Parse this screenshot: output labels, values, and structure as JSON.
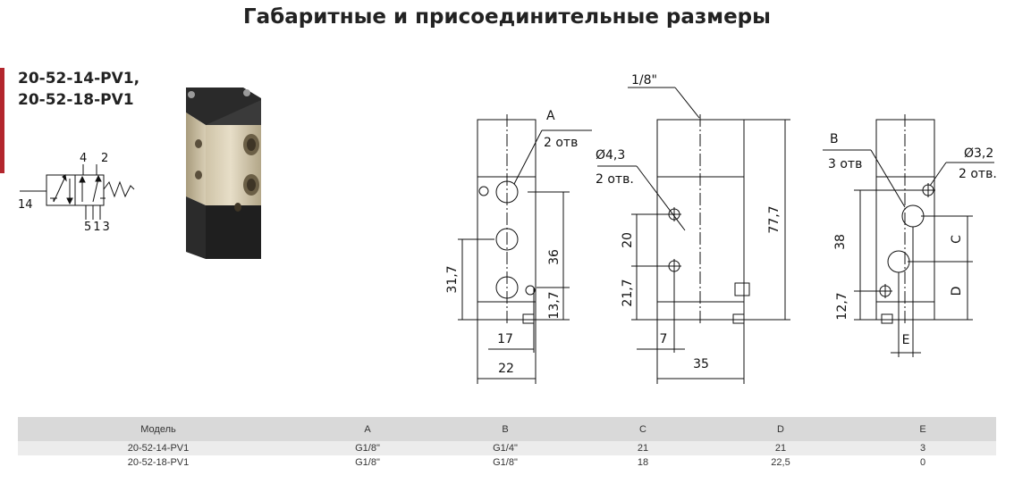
{
  "page": {
    "title": "Габаритные и присоединительные размеры"
  },
  "models": {
    "line1": "20-52-14-PV1,",
    "line2": "20-52-18-PV1"
  },
  "symbol": {
    "port_4": "4",
    "port_2": "2",
    "port_14": "14",
    "ports_513": "513"
  },
  "drawing_front": {
    "a_label": "A",
    "a_holes": "2 отв",
    "d36": "36",
    "d31_7": "31,7",
    "d13_7": "13,7",
    "d17": "17",
    "d22": "22"
  },
  "drawing_side": {
    "thread": "1/8\"",
    "hole_dia": "Ø4,3",
    "holes": "2 отв.",
    "d20": "20",
    "d21_7": "21,7",
    "d77_7": "77,7",
    "d7": "7",
    "d35": "35"
  },
  "drawing_back": {
    "b_label": "B",
    "b_holes": "3 отв",
    "hole_dia": "Ø3,2",
    "holes": "2 отв.",
    "d38": "38",
    "d12_7": "12,7",
    "c": "C",
    "d": "D",
    "e": "E"
  },
  "table": {
    "headers": [
      "Модель",
      "A",
      "B",
      "C",
      "D",
      "E"
    ],
    "rows": [
      [
        "20-52-14-PV1",
        "G1/8\"",
        "G1/4\"",
        "21",
        "21",
        "3"
      ],
      [
        "20-52-18-PV1",
        "G1/8\"",
        "G1/8\"",
        "18",
        "22,5",
        "0"
      ]
    ]
  }
}
